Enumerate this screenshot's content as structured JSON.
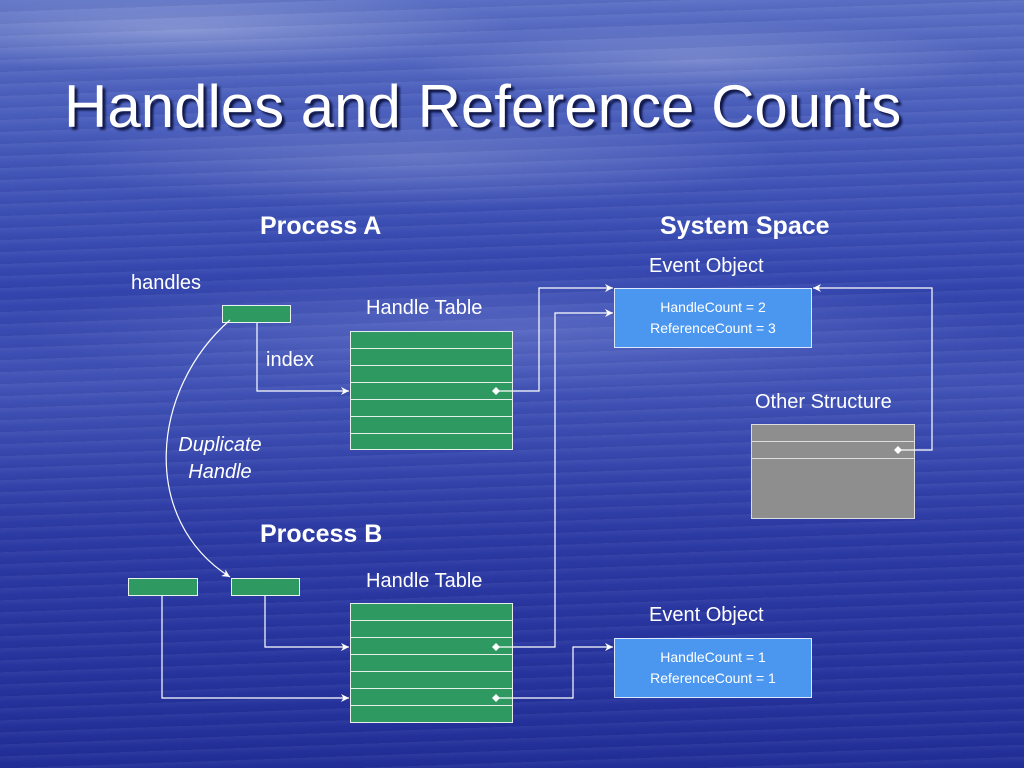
{
  "slide": {
    "title": "Handles and Reference Counts"
  },
  "process_a": {
    "label": "Process A",
    "handles_label": "handles",
    "index_label": "index",
    "handle_table_label": "Handle Table"
  },
  "system_space": {
    "label": "System Space",
    "event_object_top": {
      "label": "Event Object",
      "handle_count": "HandleCount = 2",
      "reference_count": "ReferenceCount = 3"
    },
    "other_structure": {
      "label": "Other Structure"
    },
    "event_object_bottom": {
      "label": "Event Object",
      "handle_count": "HandleCount = 1",
      "reference_count": "ReferenceCount = 1"
    }
  },
  "duplicate_handle": {
    "line1": "Duplicate",
    "line2": "Handle"
  },
  "process_b": {
    "label": "Process B",
    "handle_table_label": "Handle Table"
  },
  "colors": {
    "table_green": "#2e9a62",
    "event_object_blue": "#4b97f0",
    "other_structure_gray": "#8e8e8e"
  }
}
